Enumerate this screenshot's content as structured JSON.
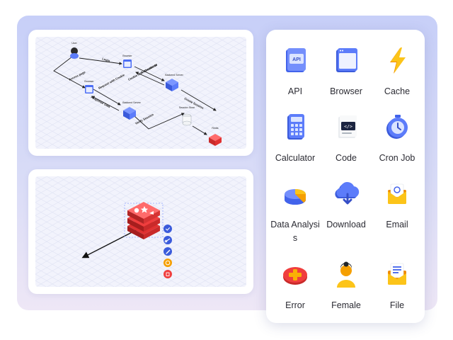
{
  "diagram_top": {
    "nodes": {
      "user": "User",
      "browser_top": "Browser",
      "browser_left": "Browser",
      "backend_top": "Backend Server",
      "backend_mid": "Backend Server",
      "session_store": "Session Store",
      "redis": "Redis"
    },
    "edges": {
      "login": "Login",
      "authenticate": "Authenticate",
      "cookie_session": "Cookie with Session Id",
      "create_session": "Create Session",
      "access_page": "Access page",
      "request_cookie": "Request with Cookie",
      "response_data": "Response Data",
      "verify_session": "Verify Session"
    }
  },
  "diagram_bottom": {
    "toolbar": [
      "check-icon",
      "link-icon",
      "edit-icon",
      "color-icon",
      "delete-icon"
    ],
    "toolbar_colors": [
      "#3b5bdb",
      "#3b5bdb",
      "#3b5bdb",
      "#f59f00",
      "#f03e3e"
    ]
  },
  "icons": [
    {
      "label": "API",
      "icon": "api-icon"
    },
    {
      "label": "Browser",
      "icon": "browser-icon"
    },
    {
      "label": "Cache",
      "icon": "cache-icon"
    },
    {
      "label": "Calculator",
      "icon": "calculator-icon"
    },
    {
      "label": "Code",
      "icon": "code-icon"
    },
    {
      "label": "Cron Job",
      "icon": "cron-job-icon"
    },
    {
      "label": "Data Analysis",
      "icon": "data-analysis-icon"
    },
    {
      "label": "Download",
      "icon": "download-icon"
    },
    {
      "label": "Email",
      "icon": "email-icon"
    },
    {
      "label": "Error",
      "icon": "error-icon"
    },
    {
      "label": "Female",
      "icon": "female-icon"
    },
    {
      "label": "File",
      "icon": "file-icon"
    }
  ]
}
